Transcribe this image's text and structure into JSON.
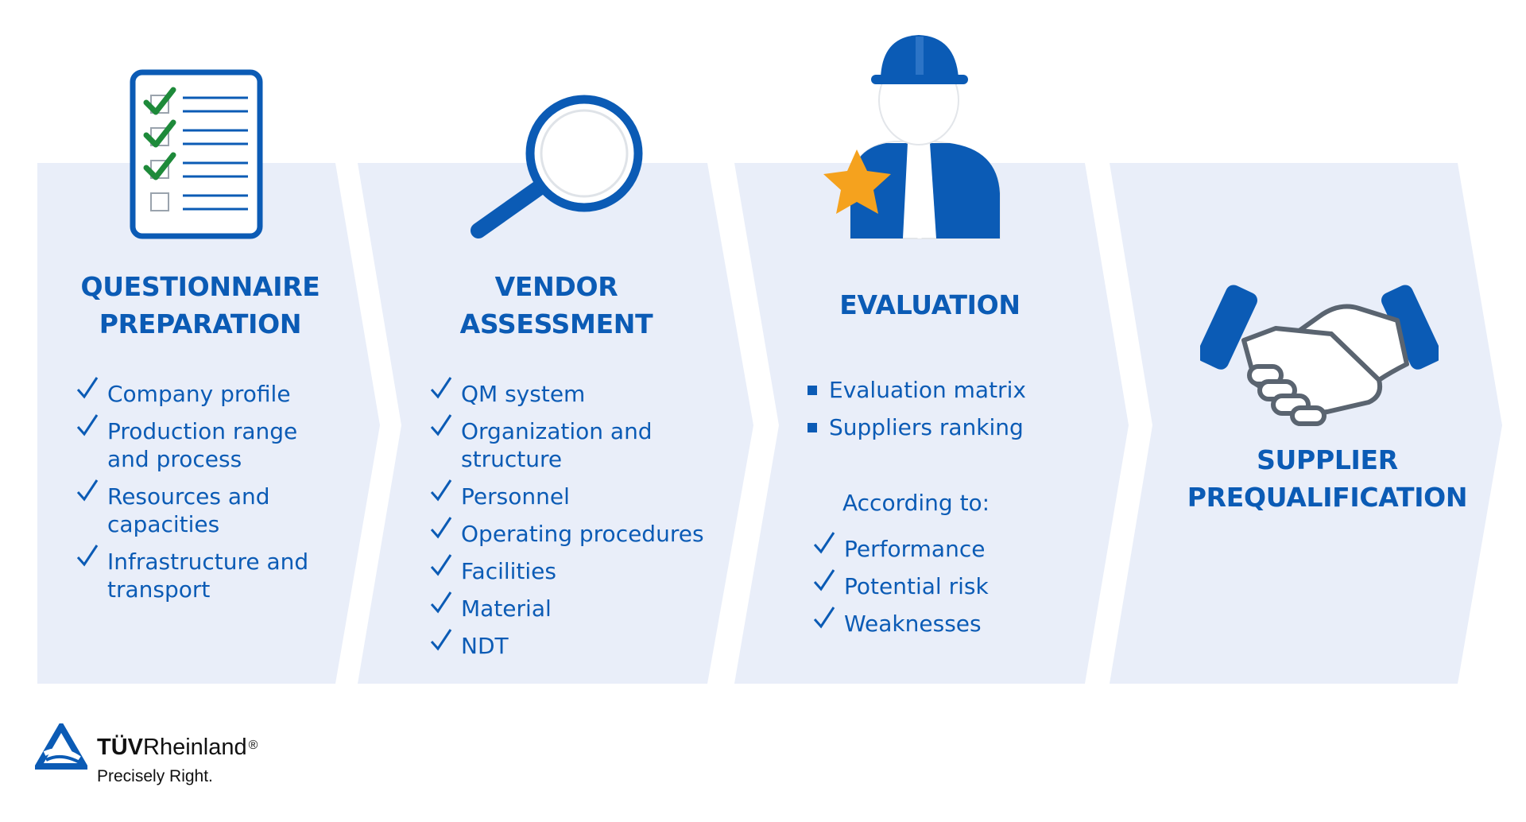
{
  "process": {
    "step1": {
      "title_line1": "QUESTIONNAIRE",
      "title_line2": "PREPARATION",
      "items": [
        "Company profile",
        "Production range and process",
        "Resources and capacities",
        "Infrastructure and transport"
      ]
    },
    "step2": {
      "title_line1": "VENDOR",
      "title_line2": "ASSESSMENT",
      "items": [
        "QM system",
        "Organization and structure",
        "Personnel",
        "Operating procedures",
        "Facilities",
        "Material",
        "NDT"
      ]
    },
    "step3": {
      "title_line1": "EVALUATION",
      "bullets": [
        "Evaluation matrix",
        "Suppliers ranking"
      ],
      "according_label": "According to:",
      "criteria": [
        "Performance",
        "Potential risk",
        "Weaknesses"
      ]
    },
    "step4": {
      "title_line1": "SUPPLIER",
      "title_line2": "PREQUALIFICATION"
    }
  },
  "brand": {
    "name_bold": "TÜV",
    "name_rest": "Rheinland",
    "registered": "®",
    "tagline": "Precisely Right."
  },
  "icons": {
    "step1": "checklist-icon",
    "step2": "magnifier-icon",
    "step3": "worker-icon",
    "step4": "handshake-icon",
    "logo": "tuv-triangle-icon"
  },
  "colors": {
    "primary_blue": "#0b5bb5",
    "panel_bg": "#e9eef9",
    "check_green": "#1e8a3a",
    "star_orange": "#f5a21e"
  }
}
